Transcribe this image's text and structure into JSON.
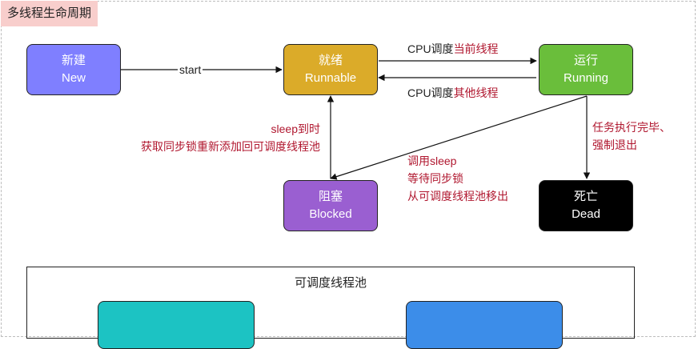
{
  "title": "多线程生命周期",
  "states": {
    "new": {
      "cn": "新建",
      "en": "New",
      "color": "#7f7fff"
    },
    "runnable": {
      "cn": "就绪",
      "en": "Runnable",
      "color": "#dbab29"
    },
    "running": {
      "cn": "运行",
      "en": "Running",
      "color": "#6abe3b"
    },
    "blocked": {
      "cn": "阻塞",
      "en": "Blocked",
      "color": "#9a5fd1"
    },
    "dead": {
      "cn": "死亡",
      "en": "Dead",
      "color": "#000000"
    }
  },
  "edges": {
    "start": "start",
    "to_running_prefix": "CPU调度",
    "to_running_highlight": "当前线程",
    "to_runnable_prefix": "CPU调度",
    "to_runnable_highlight": "其他线程",
    "blocked_to_runnable_line1": "sleep到时",
    "blocked_to_runnable_line2": "获取同步锁重新添加回可调度线程池",
    "running_to_dead_line1": "任务执行完毕、",
    "running_to_dead_line2": "强制退出",
    "running_to_blocked_line1": "调用sleep",
    "running_to_blocked_line2": "等待同步锁",
    "running_to_blocked_line3": "从可调度线程池移出"
  },
  "pool": {
    "title": "可调度线程池",
    "left_color": "#1cc3c3",
    "right_color": "#3c8de9"
  },
  "colors": {
    "highlight": "#b0172f",
    "text": "#222222",
    "title_bg": "#f8cecc"
  }
}
